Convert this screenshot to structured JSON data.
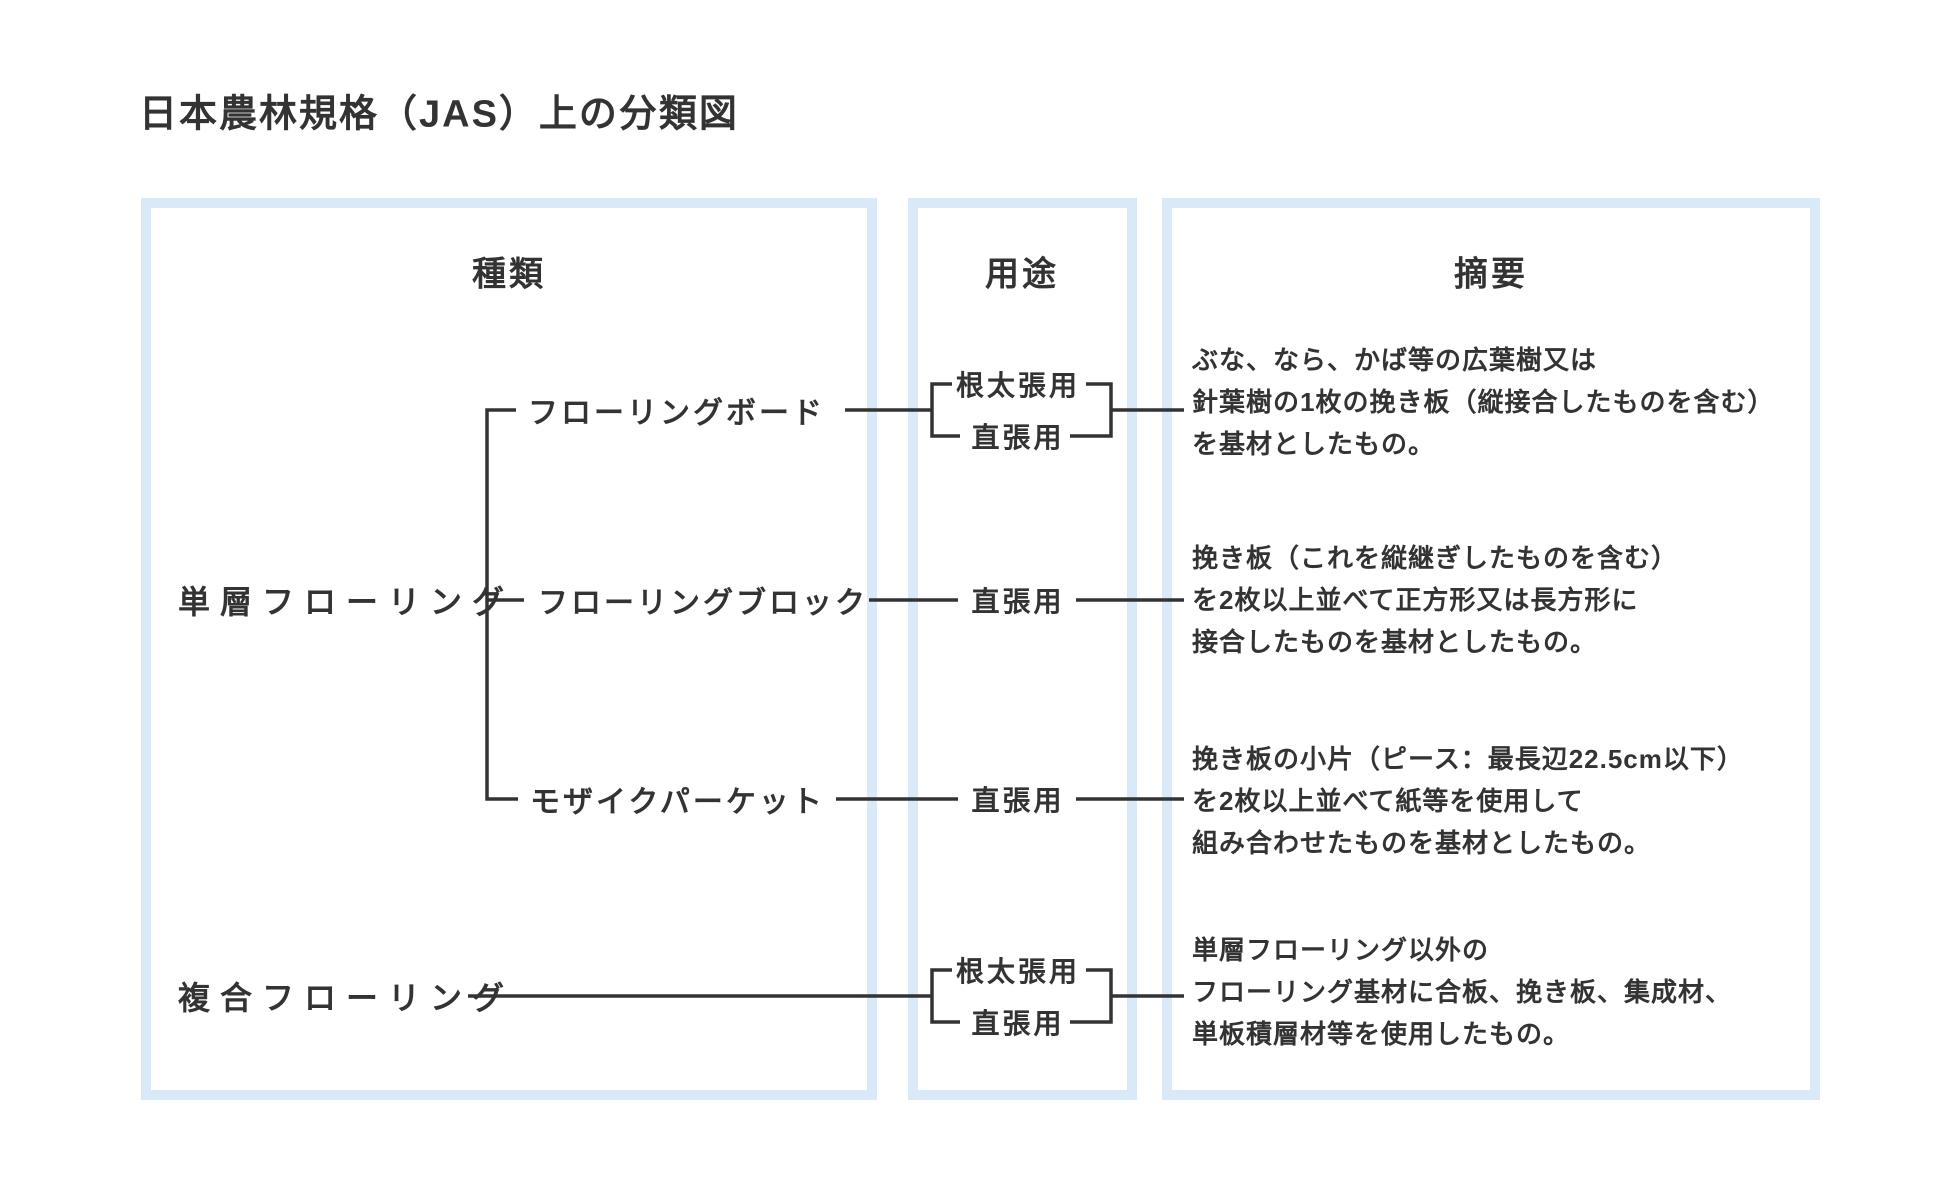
{
  "title": "日本農林規格（JAS）上の分類図",
  "columns": {
    "type": "種類",
    "usage": "用途",
    "summary": "摘要"
  },
  "groups": [
    {
      "label": "単層フローリング",
      "children": [
        {
          "name": "フローリングボード",
          "usages": [
            "根太張用",
            "直張用"
          ],
          "summary_lines": [
            "ぶな、なら、かば等の広葉樹又は",
            "針葉樹の1枚の挽き板（縦接合したものを含む）",
            "を基材としたもの。"
          ]
        },
        {
          "name": "フローリングブロック",
          "usages": [
            "直張用"
          ],
          "summary_lines": [
            "挽き板（これを縦継ぎしたものを含む）",
            "を2枚以上並べて正方形又は長方形に",
            "接合したものを基材としたもの。"
          ]
        },
        {
          "name": "モザイクパーケット",
          "usages": [
            "直張用"
          ],
          "summary_lines": [
            "挽き板の小片（ピース：最長辺22.5cm以下）",
            "を2枚以上並べて紙等を使用して",
            "組み合わせたものを基材としたもの。"
          ]
        }
      ]
    },
    {
      "label": "複合フローリング",
      "children": [],
      "usages": [
        "根太張用",
        "直張用"
      ],
      "summary_lines": [
        "単層フローリング以外の",
        "フローリング基材に合板、挽き板、集成材、",
        "単板積層材等を使用したもの。"
      ]
    }
  ],
  "colors": {
    "background": "#ffffff",
    "panel_border": "#d9e9f8",
    "text": "#333333",
    "line": "#333333"
  }
}
